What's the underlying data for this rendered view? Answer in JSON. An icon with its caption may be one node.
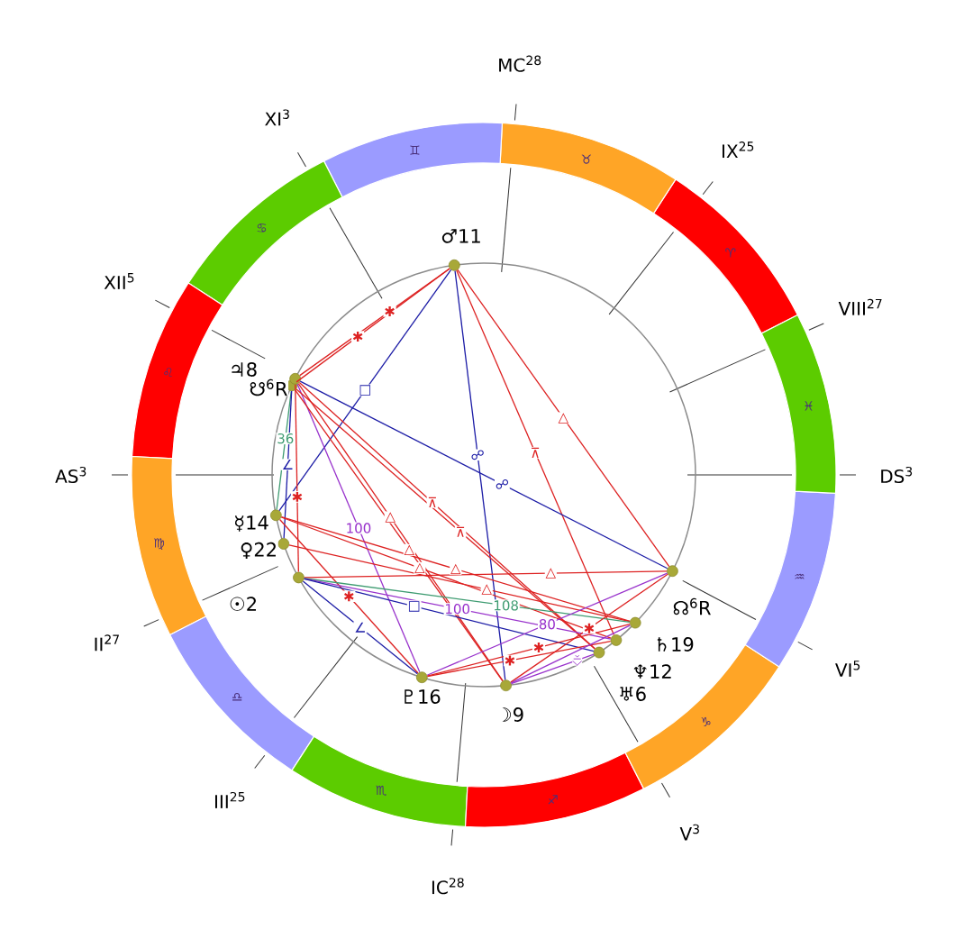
{
  "diagram": {
    "nodes": [
      {
        "text": [
          "♈"
        ]
      },
      {
        "text": [
          "♉"
        ]
      },
      {
        "text": [
          "♊"
        ]
      },
      {
        "text": [
          "♋"
        ]
      },
      {
        "text": [
          "♌"
        ]
      },
      {
        "text": [
          "♍"
        ]
      },
      {
        "text": [
          "♎"
        ]
      },
      {
        "text": [
          "♏"
        ]
      },
      {
        "text": [
          "♐"
        ]
      },
      {
        "text": [
          "♑"
        ]
      },
      {
        "text": [
          "♒"
        ]
      },
      {
        "text": [
          "♓"
        ]
      },
      {
        "text": [
          "♂11"
        ]
      },
      {
        "text": [
          "♃8"
        ]
      },
      {
        "text": [
          "☋$^{6}$R"
        ]
      },
      {
        "text": [
          "☿14"
        ]
      },
      {
        "text": [
          "♀22"
        ]
      },
      {
        "text": [
          "☉2"
        ]
      },
      {
        "text": [
          "♇16"
        ]
      },
      {
        "text": [
          "☽9"
        ]
      },
      {
        "text": [
          "♅6"
        ]
      },
      {
        "text": [
          "♆12"
        ]
      },
      {
        "text": [
          "♄19"
        ]
      },
      {
        "text": [
          "☊$^{6}$R"
        ]
      }
    ],
    "edges": [
      {
        "from": 12,
        "to": 14,
        "arrow": "none",
        "label": "✱"
      },
      {
        "from": 12,
        "to": 13,
        "arrow": "none",
        "label": "✱"
      },
      {
        "from": 12,
        "to": 15,
        "arrow": "none",
        "label": "□",
        "color": "#1c1ca6"
      },
      {
        "from": 12,
        "to": 19,
        "arrow": "none",
        "label": "☍",
        "color": "#1c1ca6"
      },
      {
        "from": 12,
        "to": 21,
        "arrow": "none",
        "label": "⊼"
      },
      {
        "from": 12,
        "to": 23,
        "arrow": "none",
        "label": "△"
      },
      {
        "from": 14,
        "to": 23,
        "arrow": "none",
        "label": "☍",
        "color": "#1c1ca6"
      },
      {
        "from": 13,
        "to": 15,
        "arrow": "none",
        "label": "36",
        "color": "#3f9c72"
      },
      {
        "from": 13,
        "to": 16,
        "arrow": "none",
        "label": "∠",
        "color": "#1c1ca6"
      },
      {
        "from": 14,
        "to": 17,
        "arrow": "none",
        "label": "✱"
      },
      {
        "from": 14,
        "to": 18,
        "arrow": "none",
        "label": "100",
        "color": "#9933cc"
      },
      {
        "from": 14,
        "to": 19,
        "arrow": "none",
        "label": "△"
      },
      {
        "from": 13,
        "to": 19,
        "arrow": "none",
        "label": "△"
      },
      {
        "from": 14,
        "to": 20,
        "arrow": "none",
        "label": "⊼"
      },
      {
        "from": 13,
        "to": 20,
        "arrow": "none",
        "label": "⊼"
      },
      {
        "from": 15,
        "to": 21,
        "arrow": "none",
        "label": "△"
      },
      {
        "from": 15,
        "to": 22,
        "arrow": "none",
        "label": "△"
      },
      {
        "from": 16,
        "to": 22,
        "arrow": "none",
        "label": "△"
      },
      {
        "from": 17,
        "to": 23,
        "arrow": "none",
        "label": "△"
      },
      {
        "from": 15,
        "to": 18,
        "arrow": "none",
        "label": "✱"
      },
      {
        "from": 17,
        "to": 18,
        "arrow": "none",
        "label": "∠",
        "color": "#1c1ca6"
      },
      {
        "from": 17,
        "to": 22,
        "arrow": "none",
        "label": "108",
        "color": "#3f9c72"
      },
      {
        "from": 17,
        "to": 21,
        "arrow": "none",
        "label": "100",
        "color": "#9933cc"
      },
      {
        "from": 17,
        "to": 20,
        "arrow": "none",
        "label": "□",
        "color": "#1c1ca6"
      },
      {
        "from": 18,
        "to": 23,
        "arrow": "none",
        "label": "80",
        "color": "#9933cc"
      },
      {
        "from": 18,
        "to": 21,
        "arrow": "none",
        "label": "✱"
      },
      {
        "from": 18,
        "to": 22,
        "arrow": "none",
        "label": "✱"
      },
      {
        "from": 19,
        "to": 23,
        "arrow": "none",
        "label": "✱"
      },
      {
        "from": 19,
        "to": 20,
        "arrow": "none",
        "color": "#9933cc"
      },
      {
        "from": 19,
        "to": 22,
        "arrow": "none",
        "color": "#9933cc"
      }
    ],
    "labels": [
      "MC$^{28}$",
      "XI$^{3}$",
      "IX$^{25}$",
      "XII$^{5}$",
      "VIII$^{27}$",
      "AS$^{3}$",
      "DS$^{3}$",
      "II$^{27}$",
      "VI$^{5}$",
      "III$^{25}$",
      "V$^{3}$",
      "IC$^{28}$"
    ]
  }
}
